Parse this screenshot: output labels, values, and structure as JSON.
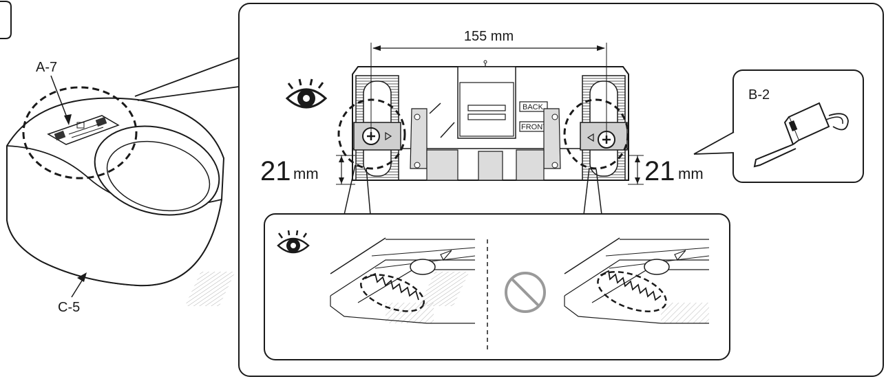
{
  "labels": {
    "seat_mount": "A-7",
    "bowl": "C-5",
    "tape_measure": "B-2",
    "hole_spacing": "155 mm",
    "offset_left_value": "21",
    "offset_left_unit": "mm",
    "offset_right_value": "21",
    "offset_right_unit": "mm",
    "plate_back": "BACK",
    "plate_front": "FRONT"
  },
  "icons": {
    "inspect": "eye-icon",
    "prohibited": "prohibited-icon"
  }
}
